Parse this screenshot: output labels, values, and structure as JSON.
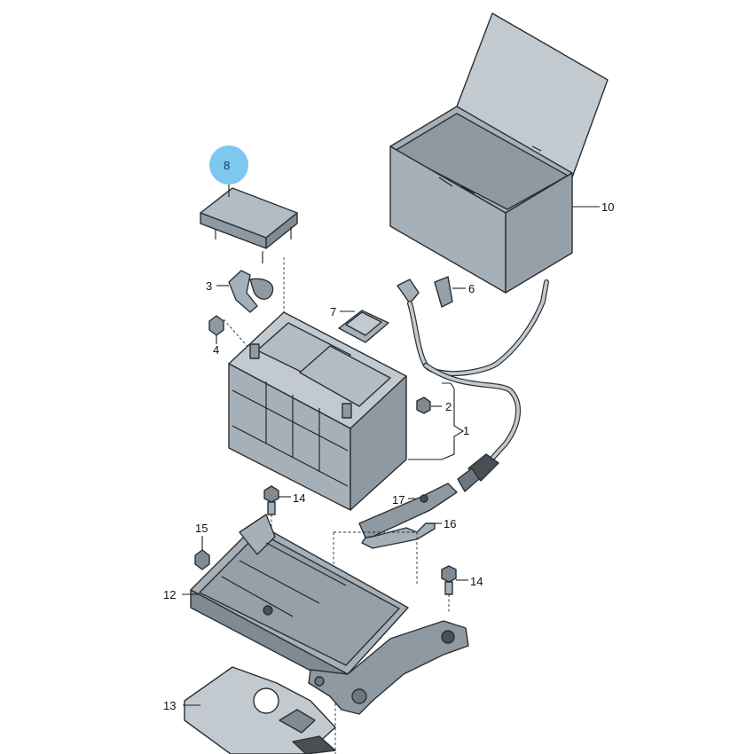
{
  "callouts": {
    "c1": "1",
    "c2": "2",
    "c3": "3",
    "c4": "4",
    "c6": "6",
    "c7": "7",
    "c8": "8",
    "c10": "10",
    "c12": "12",
    "c13": "13",
    "c14a": "14",
    "c14b": "14",
    "c15": "15",
    "c16": "16",
    "c17": "17"
  },
  "colors": {
    "part_fill": "#a6b0b8",
    "part_light": "#c2cad0",
    "part_dark": "#7f8a93",
    "highlight_circle": "#7cc8ee",
    "line": "#1d1f22"
  }
}
